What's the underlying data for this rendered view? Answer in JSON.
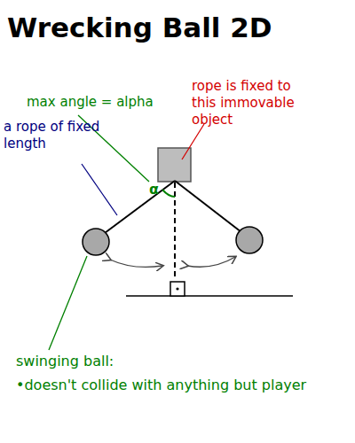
{
  "diagram": {
    "title": "Wrecking Ball 2D",
    "labels": [
      "max angle = alpha",
      "rope is fixed to this immovable object",
      "a rope of fixed length",
      "α",
      "swinging ball:",
      "•doesn't collide with anything but player"
    ]
  }
}
